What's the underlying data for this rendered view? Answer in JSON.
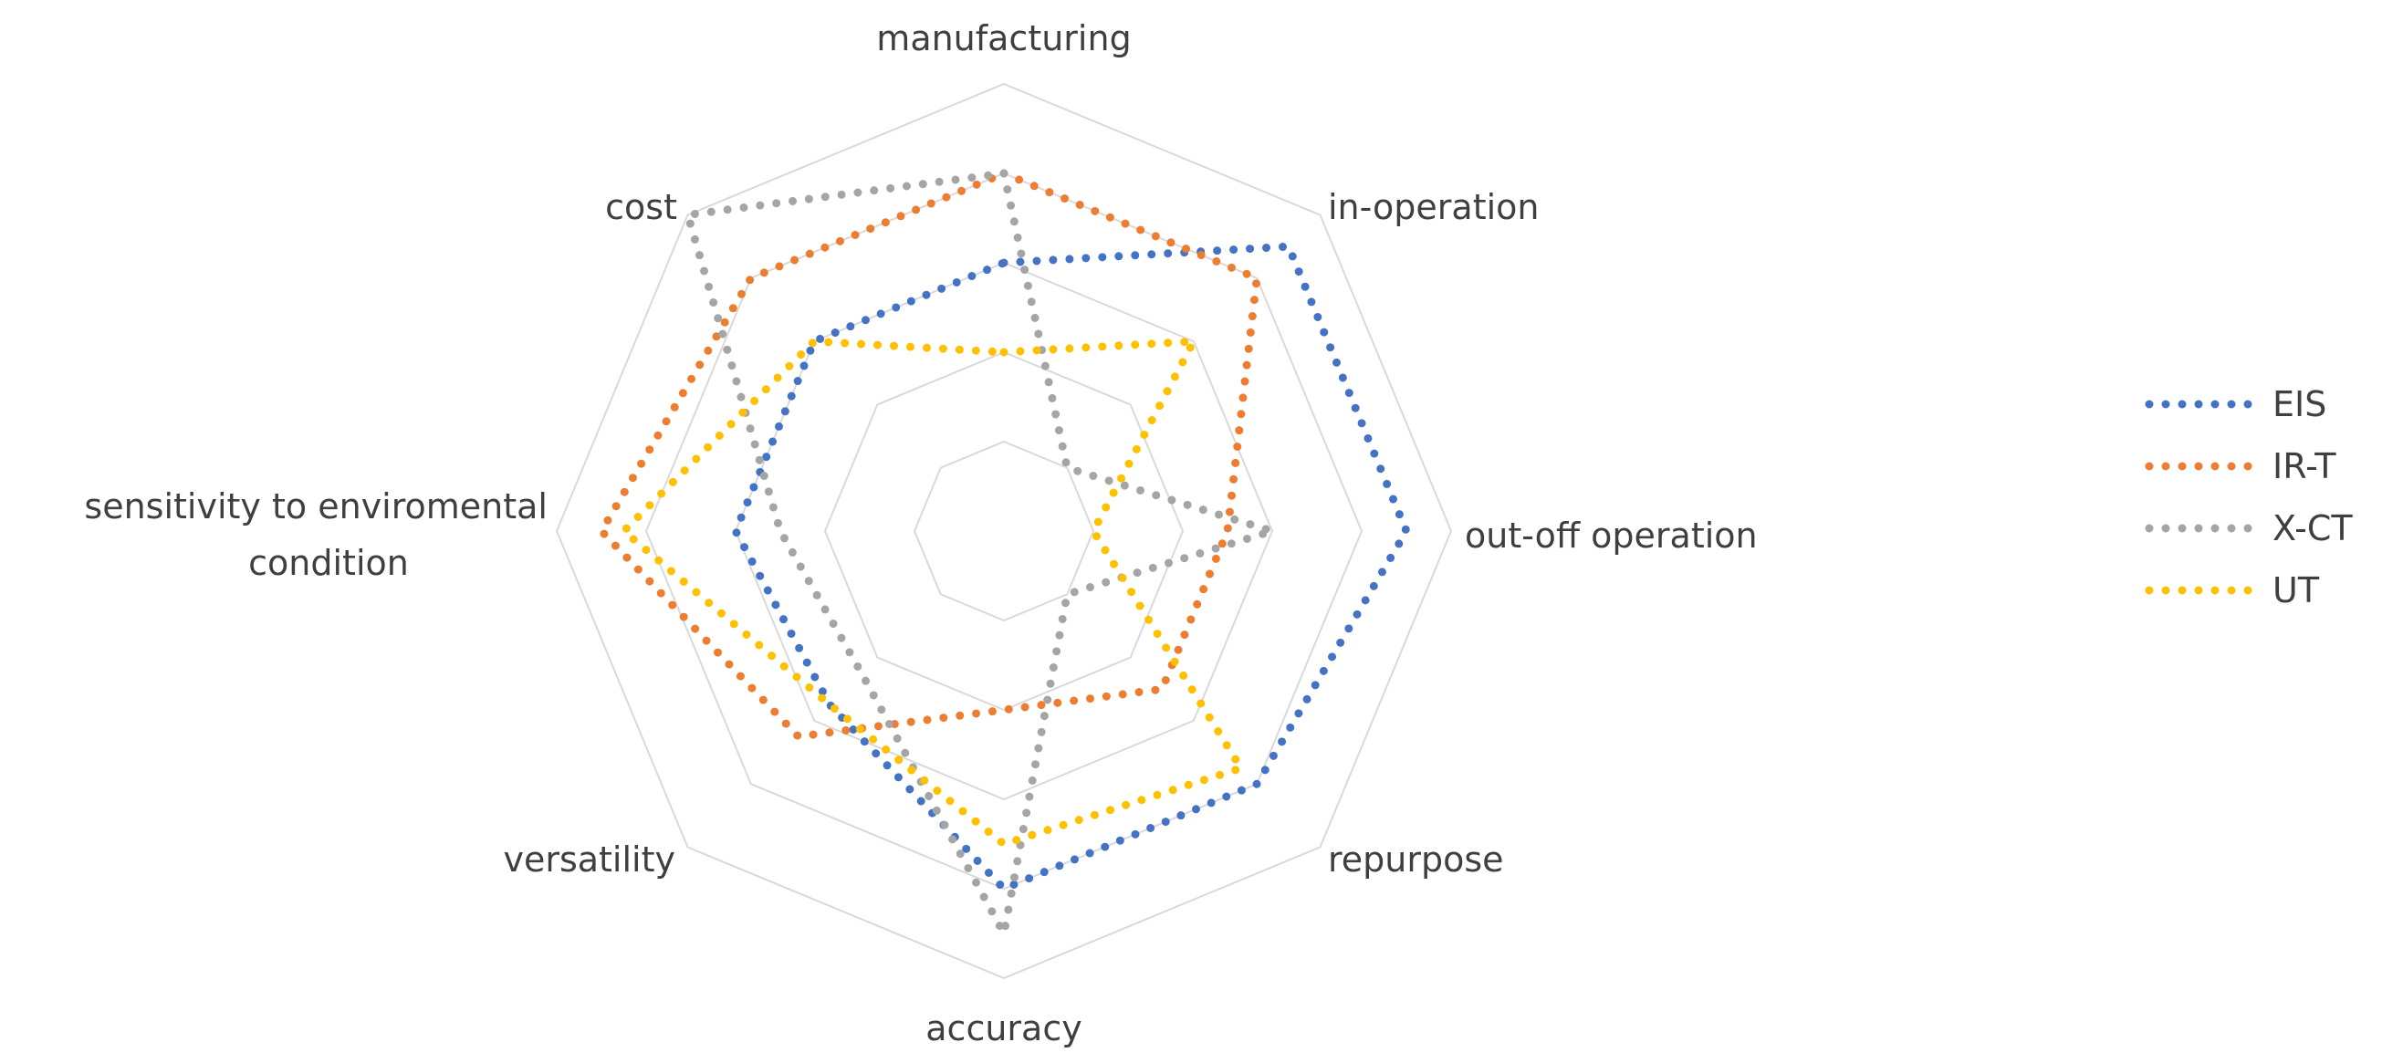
{
  "chart_data": {
    "type": "radar",
    "title": "",
    "axes": [
      "manufacturing",
      "in-operation",
      "out-off operation",
      "repurpose",
      "accuracy",
      "versatility",
      "sensitivity to enviromental condition",
      "cost"
    ],
    "range": [
      0,
      5
    ],
    "grid_levels": 5,
    "grid": true,
    "legend_position": "right",
    "series": [
      {
        "name": "EIS",
        "color": "#4472C4",
        "line_style": "dotted",
        "values": [
          3.0,
          4.5,
          4.5,
          4.0,
          4.0,
          2.75,
          3.0,
          3.0
        ]
      },
      {
        "name": "IR-T",
        "color": "#ED7D31",
        "line_style": "dotted",
        "values": [
          4.0,
          4.0,
          2.5,
          2.5,
          2.0,
          3.25,
          4.5,
          4.0
        ]
      },
      {
        "name": "X-CT",
        "color": "#A5A5A5",
        "line_style": "dotted",
        "values": [
          4.0,
          1.0,
          3.0,
          1.0,
          4.5,
          2.25,
          2.5,
          5.0
        ]
      },
      {
        "name": "UT",
        "color": "#FFC000",
        "line_style": "dotted",
        "values": [
          2.0,
          3.0,
          1.0,
          3.75,
          3.5,
          2.75,
          4.25,
          3.0
        ]
      }
    ]
  }
}
